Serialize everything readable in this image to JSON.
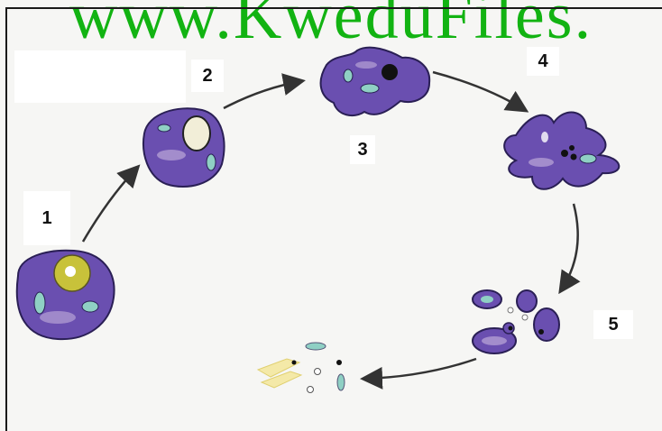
{
  "watermark": "www.KweduFiles.",
  "stages": [
    {
      "label": "1"
    },
    {
      "label": "2"
    },
    {
      "label": "3"
    },
    {
      "label": "4"
    },
    {
      "label": "5"
    }
  ],
  "colors": {
    "cell_fill": "#6a4fb0",
    "cell_stroke": "#2a1f55",
    "organelle": "#8fd0c4",
    "nucleus": "#c8c23a",
    "arrow": "#333333",
    "watermark": "#12b312"
  }
}
